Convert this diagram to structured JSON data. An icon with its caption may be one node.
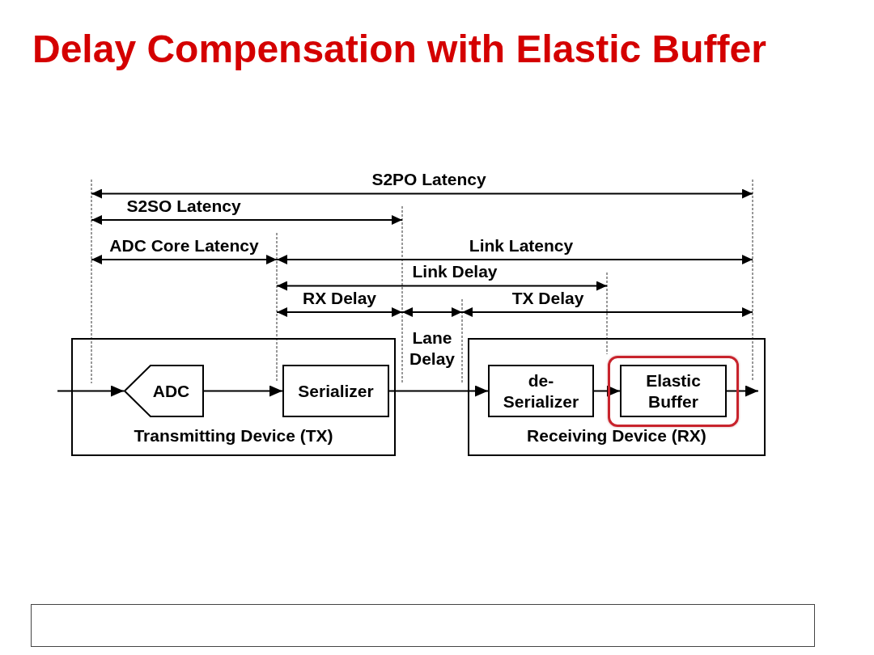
{
  "diagram": {
    "title": "Delay Compensation with Elastic Buffer",
    "nodes": [
      {
        "text": [
          "Transmitting Device (TX)"
        ]
      },
      {
        "text": [
          "ADC"
        ],
        "in": 0
      },
      {
        "text": [
          "Serializer"
        ],
        "in": 0
      },
      {
        "text": [
          "Receiving Device (RX)"
        ]
      },
      {
        "text": [
          "de- Serializer"
        ],
        "in": 3
      },
      {
        "text": [],
        "shape": "box",
        "in": 3
      },
      {
        "text": [
          "Elastic Buffer"
        ],
        "in": 5
      }
    ],
    "edges": [
      {
        "from": null,
        "to": 1,
        "arrow": "to"
      },
      {
        "from": 1,
        "to": 2,
        "arrow": "to"
      },
      {
        "from": 2,
        "to": 4,
        "arrow": "to"
      },
      {
        "from": 4,
        "to": 6,
        "arrow": "to"
      },
      {
        "from": 6,
        "to": null,
        "arrow": "to"
      }
    ],
    "labels": [
      "S2PO Latency",
      "S2SO Latency",
      "ADC Core Latency",
      "Link Latency",
      "Link Delay",
      "RX Delay",
      "TX Delay",
      "Lane Delay"
    ]
  }
}
